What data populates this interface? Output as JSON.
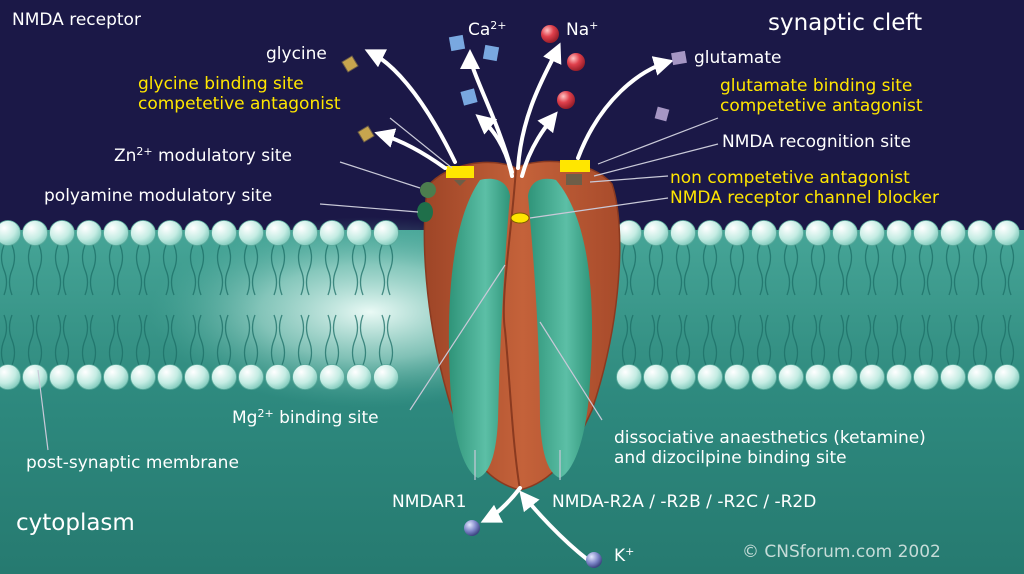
{
  "title": "NMDA receptor",
  "regions": {
    "synaptic_cleft": "synaptic cleft",
    "cytoplasm": "cytoplasm",
    "membrane": "post-synaptic membrane"
  },
  "ions": {
    "calcium": "Ca",
    "calcium_charge": "2+",
    "sodium": "Na",
    "sodium_charge": "+",
    "potassium": "K",
    "potassium_charge": "+"
  },
  "ligands": {
    "glycine": "glycine",
    "glutamate": "glutamate"
  },
  "labels": {
    "glycine_site_line1": "glycine binding site",
    "glycine_site_line2": "competetive antagonist",
    "glutamate_site_line1": "glutamate binding site",
    "glutamate_site_line2": "competetive antagonist",
    "nmda_recognition": "NMDA recognition site",
    "zinc_prefix": "Zn",
    "zinc_charge": "2+",
    "zinc_suffix": " modulatory site",
    "polyamine": "polyamine modulatory site",
    "noncompetitive_line1": "non competetive antagonist",
    "noncompetitive_line2": "NMDA receptor channel blocker",
    "mg_prefix": "Mg",
    "mg_charge": "2+",
    "mg_suffix": " binding site",
    "dissociative_line1": "dissociative anaesthetics (ketamine)",
    "dissociative_line2": "and dizocilpine binding site",
    "subunit_left": "NMDAR1",
    "subunit_right": "NMDA-R2A / -R2B / -R2C / -R2D"
  },
  "copyright": "© CNSforum.com 2002",
  "colors": {
    "background": "#1b1847",
    "membrane": "#4fb0a2",
    "lipid_head": "#c4ece3",
    "receptor": "#b5542f",
    "receptor_core": "#3ea890",
    "highlight": "#ffe600",
    "arrow": "#ffffff"
  }
}
